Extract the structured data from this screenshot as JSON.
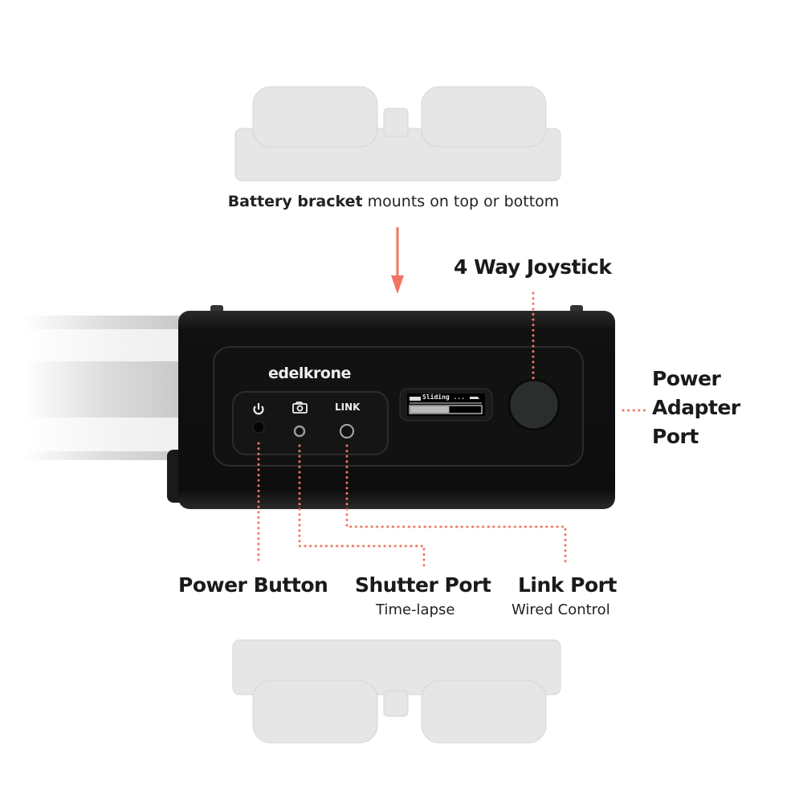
{
  "caption": {
    "bold": "Battery bracket",
    "rest": " mounts on top or bottom"
  },
  "device": {
    "brand": "edelkrone",
    "link_label": "LINK",
    "screen_text": "Sliding ...",
    "screen_progress_percent": 55
  },
  "labels": {
    "joystick": "4 Way Joystick",
    "power_adapter": [
      "Power",
      "Adapter",
      "Port"
    ],
    "power_button": "Power Button",
    "shutter_port": "Shutter Port",
    "shutter_sub": "Time-lapse",
    "link_port": "Link Port",
    "link_sub": "Wired Control"
  },
  "colors": {
    "accent": "#f07562",
    "device": "#141414",
    "bracket": "#e4e4e4"
  },
  "icons": [
    "power-icon",
    "camera-icon",
    "battery-icon",
    "slider-icon",
    "arrow-down-icon"
  ]
}
